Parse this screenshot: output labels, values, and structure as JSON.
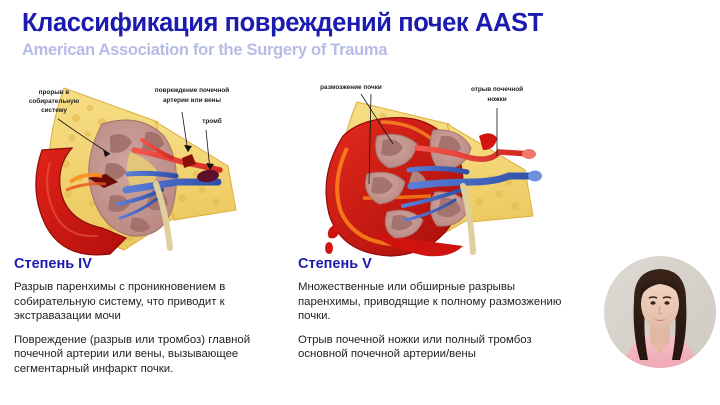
{
  "header": {
    "title": "Классификация повреждений почек AAST",
    "subtitle": "American Association for the Surgery of Trauma",
    "title_color": "#1b1bb0",
    "subtitle_color": "#b6bce6"
  },
  "figures": [
    {
      "id": "grade-4",
      "name": "kidney-injury-grade-4-illustration",
      "callouts": [
        {
          "name": "callout-collecting-system-rupture",
          "lines": [
            "прорыв в",
            "собирательную",
            "систему"
          ]
        },
        {
          "name": "callout-renal-artery-vein-injury",
          "lines": [
            "повреждение почечной",
            "артерии или вены"
          ]
        },
        {
          "name": "callout-thrombus",
          "lines": [
            "тромб"
          ]
        }
      ]
    },
    {
      "id": "grade-5",
      "name": "kidney-injury-grade-5-illustration",
      "callouts": [
        {
          "name": "callout-kidney-crush",
          "lines": [
            "размозжение почки"
          ]
        },
        {
          "name": "callout-renal-pedicle-avulsion",
          "lines": [
            "отрыв почечной",
            "ножки"
          ]
        }
      ]
    }
  ],
  "columns": [
    {
      "id": "grade-4",
      "heading": "Степень IV",
      "paragraphs": [
        "Разрыв паренхимы с проникновением в собирательную систему, что приводит к экстравазации мочи",
        "Повреждение (разрыв или тромбоз) главной почечной артерии или вены, вызывающее сегментарный инфаркт почки."
      ]
    },
    {
      "id": "grade-5",
      "heading": "Степень V",
      "paragraphs": [
        "Множественные или обширные разрывы паренхимы, приводящие к полному размозжению почки.",
        "Отрыв почечной ножки  или полный тромбоз основной почечной артерии/вены"
      ]
    }
  ],
  "avatar": {
    "name": "presenter-avatar",
    "description": "Фотография женщины с тёмными волосами в розовой кофте"
  }
}
